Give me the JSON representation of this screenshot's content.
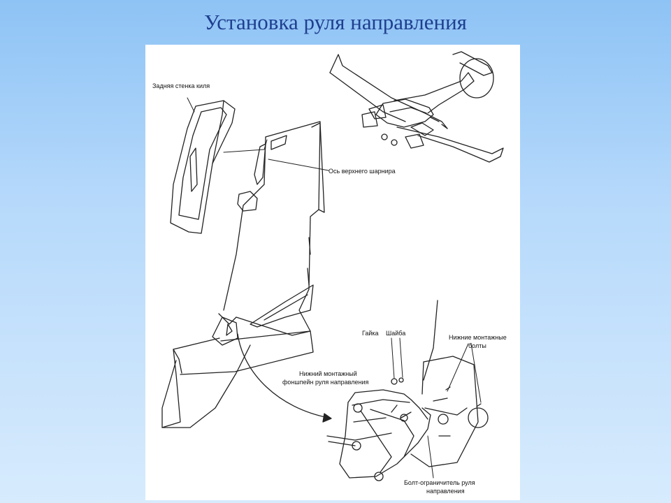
{
  "slide": {
    "title": "Установка руля направления"
  },
  "figure": {
    "labels": {
      "rear_wall": "Задняя стенка киля",
      "upper_hinge_axis": "Ось верхнего шарнира",
      "nut": "Гайка",
      "washer": "Шайба",
      "lower_bracket_line1": "Нижний монтажный",
      "lower_bracket_line2": "фоншпейн руля направления",
      "lower_bolts_line1": "Нижние монтажные",
      "lower_bolts_line2": "болты",
      "limit_bolt_line1": "Болт-ограничитель руля",
      "limit_bolt_line2": "направления"
    }
  }
}
